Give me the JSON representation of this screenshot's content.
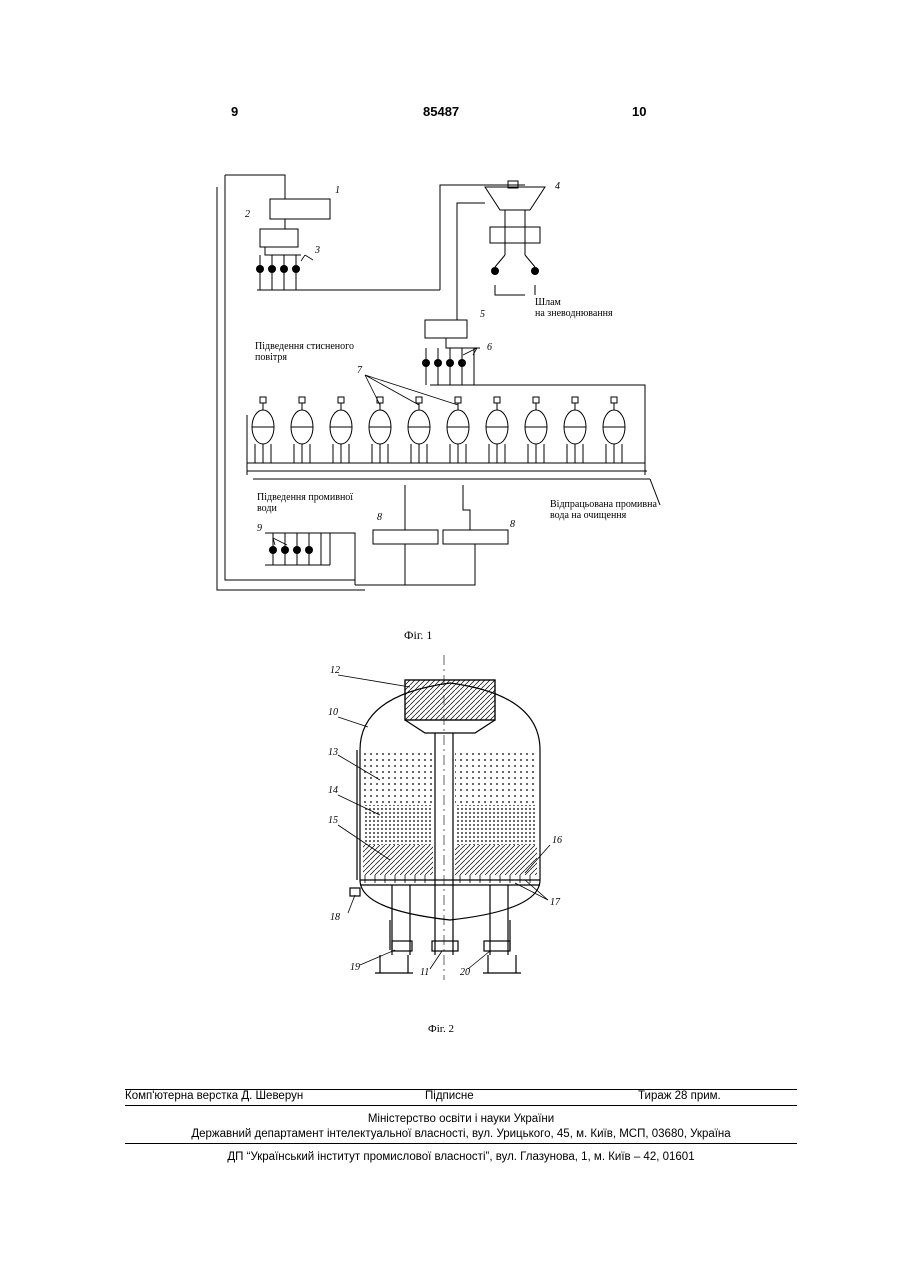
{
  "header": {
    "left_page": "9",
    "patent_number": "85487",
    "right_page": "10"
  },
  "figure1": {
    "caption": "Фіг. 1",
    "labels": {
      "n1": "1",
      "n2": "2",
      "n3": "3",
      "n4": "4",
      "n5": "5",
      "n6": "6",
      "n7": "7",
      "n8a": "8",
      "n8b": "8",
      "n9": "9"
    },
    "annotations": {
      "sludge_line1": "Шлам",
      "sludge_line2": "на зневоднювання",
      "air_line1": "Підведення стисненого",
      "air_line2": "повітря",
      "wash_line1": "Підведення промивної",
      "wash_line2": "води",
      "spent_line1": "Відпрацьована промивна",
      "spent_line2": "вода на очищення"
    }
  },
  "figure2": {
    "caption": "Фіг. 2",
    "labels": {
      "n10": "10",
      "n11": "11",
      "n12": "12",
      "n13": "13",
      "n14": "14",
      "n15": "15",
      "n16": "16",
      "n17": "17",
      "n18": "18",
      "n19": "19",
      "n20": "20"
    }
  },
  "footer": {
    "layout": "Комп'ютерна верстка Д. Шеверун",
    "signed": "Підписне",
    "circulation": "Тираж 28 прим.",
    "ministry": "Міністерство освіти і науки України",
    "department": "Державний департамент інтелектуальної власності, вул. Урицького, 45, м. Київ, МСП, 03680, Україна",
    "institute": "ДП “Український інститут промислової власності”, вул. Глазунова, 1, м. Київ – 42, 01601"
  }
}
